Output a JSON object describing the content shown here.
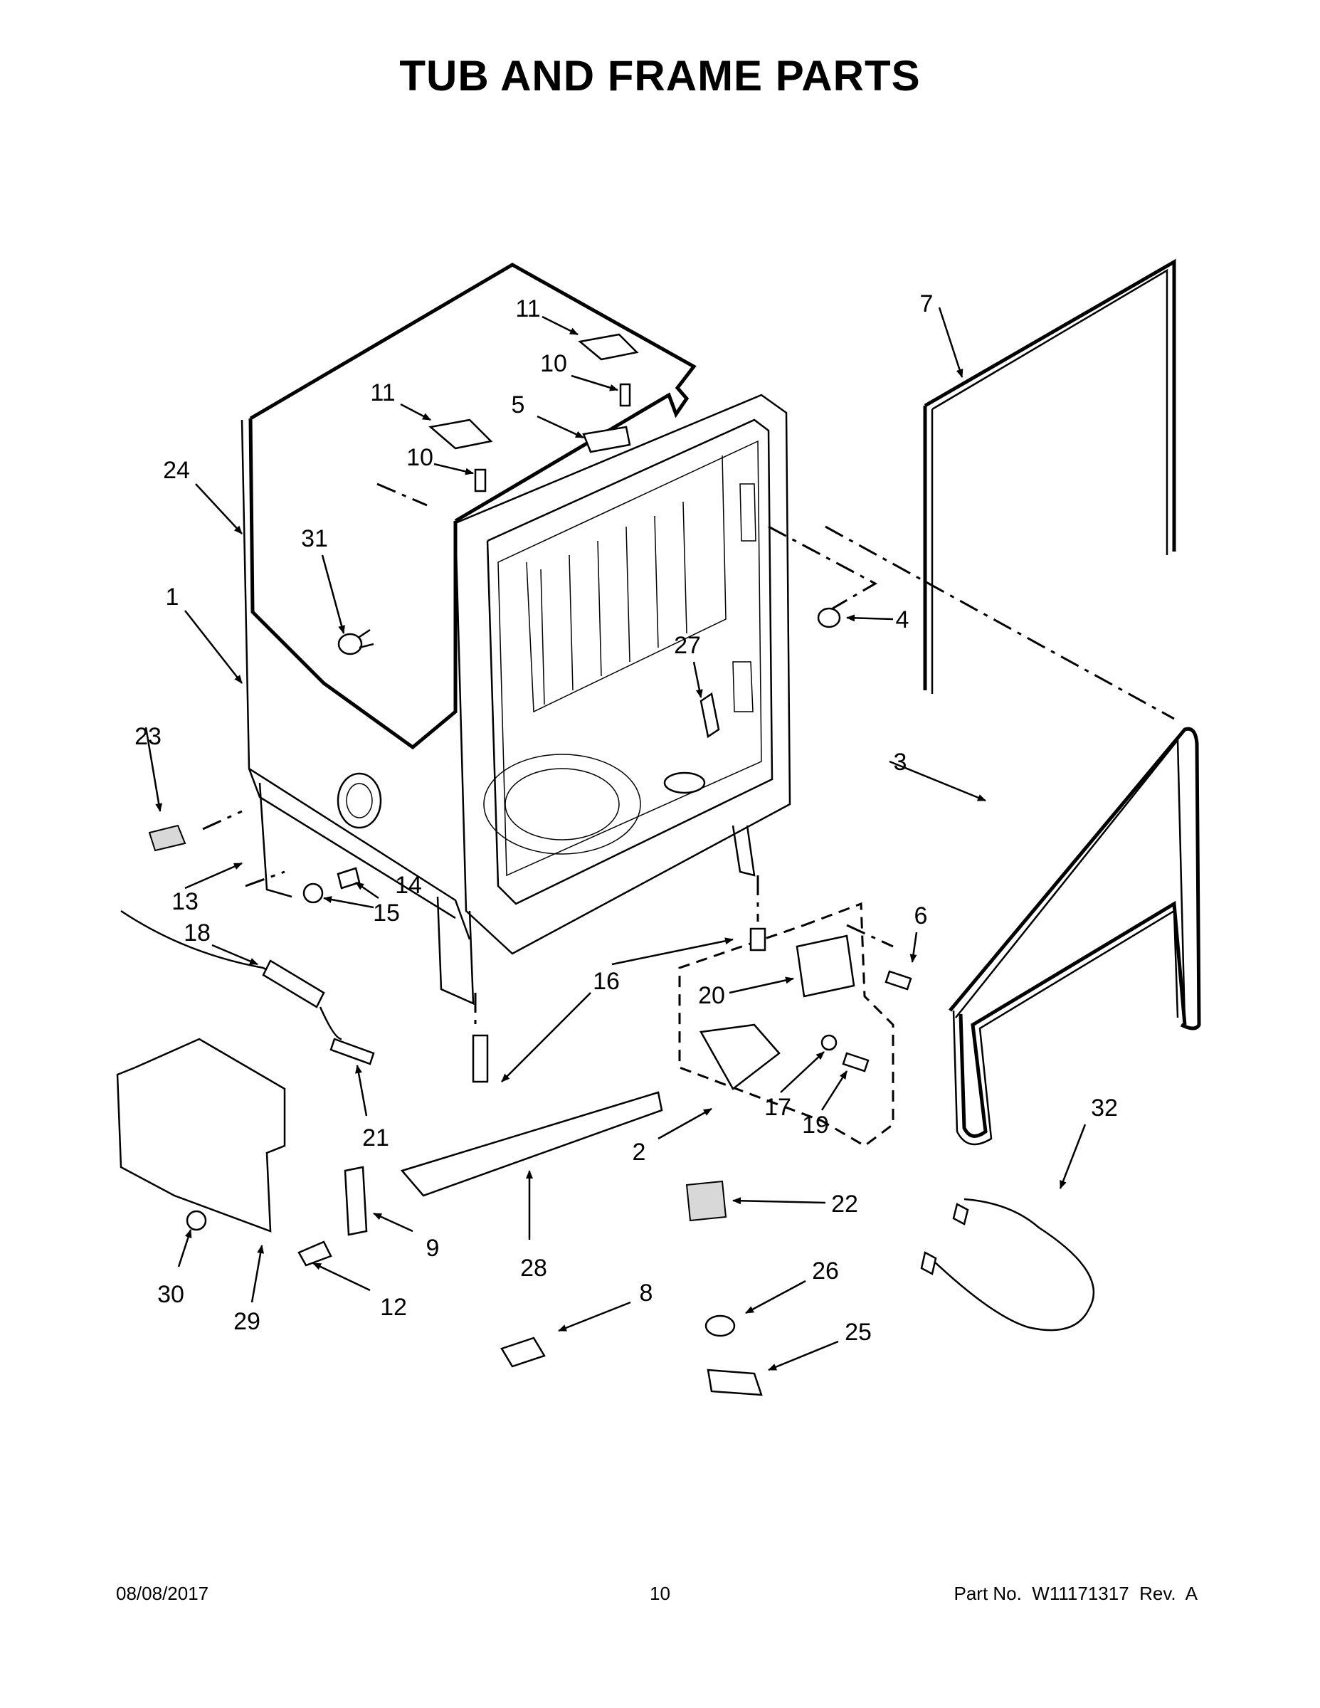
{
  "title": "TUB AND FRAME PARTS",
  "footer": {
    "date": "08/08/2017",
    "page": "10",
    "part_number": "Part No.  W11171317  Rev.  A"
  },
  "callouts": {
    "c1": "1",
    "c2": "2",
    "c3": "3",
    "c4": "4",
    "c5": "5",
    "c6": "6",
    "c7": "7",
    "c8": "8",
    "c9": "9",
    "c10a": "10",
    "c10b": "10",
    "c11a": "11",
    "c11b": "11",
    "c12": "12",
    "c13": "13",
    "c14": "14",
    "c15": "15",
    "c16": "16",
    "c17": "17",
    "c18": "18",
    "c19": "19",
    "c20": "20",
    "c21": "21",
    "c22": "22",
    "c23": "23",
    "c24": "24",
    "c25": "25",
    "c26": "26",
    "c27": "27",
    "c28": "28",
    "c29": "29",
    "c30": "30",
    "c31": "31",
    "c32": "32"
  }
}
